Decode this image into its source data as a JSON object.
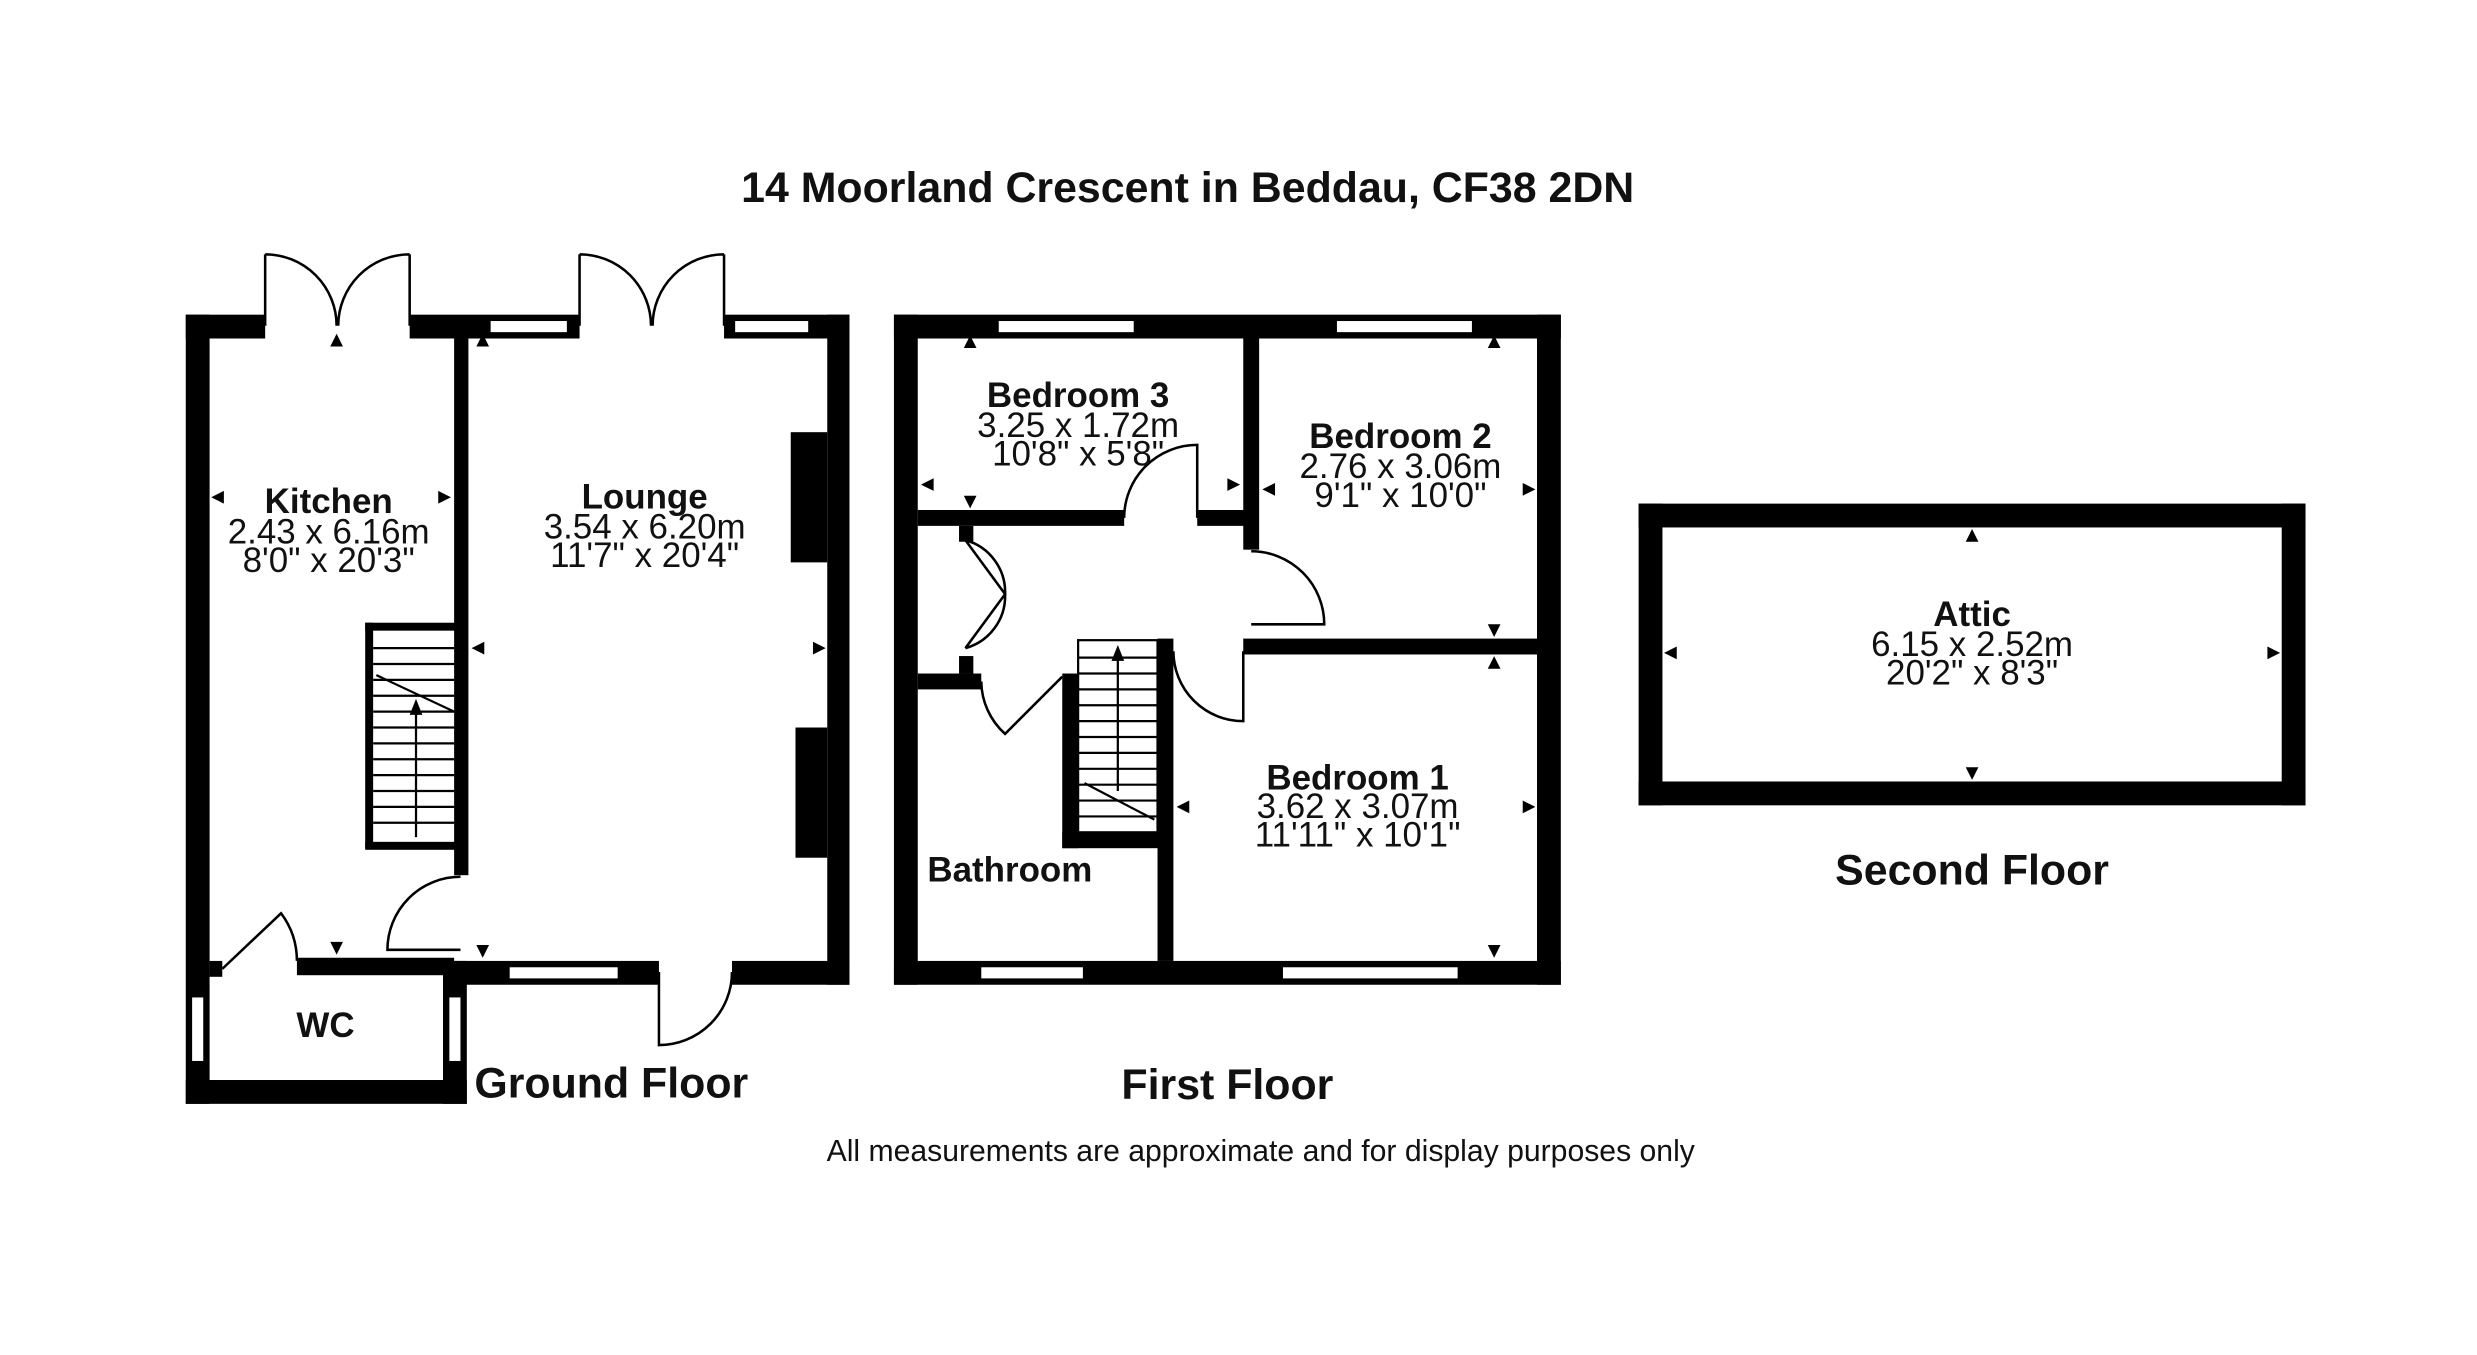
{
  "title": "14 Moorland Crescent in Beddau, CF38 2DN",
  "disclaimer": "All measurements are approximate and for display purposes only",
  "floors": {
    "ground": {
      "label": "Ground Floor",
      "rooms": {
        "kitchen": {
          "name": "Kitchen",
          "metric": "2.43 x 6.16m",
          "imperial": "8'0\" x 20'3\""
        },
        "lounge": {
          "name": "Lounge",
          "metric": "3.54 x 6.20m",
          "imperial": "11'7\" x 20'4\""
        },
        "wc": {
          "name": "WC"
        }
      }
    },
    "first": {
      "label": "First Floor",
      "rooms": {
        "bedroom3": {
          "name": "Bedroom 3",
          "metric": "3.25 x 1.72m",
          "imperial": "10'8\" x 5'8\""
        },
        "bedroom2": {
          "name": "Bedroom 2",
          "metric": "2.76 x 3.06m",
          "imperial": "9'1\" x 10'0\""
        },
        "bedroom1": {
          "name": "Bedroom 1",
          "metric": "3.62 x 3.07m",
          "imperial": "11'11\" x 10'1\""
        },
        "bathroom": {
          "name": "Bathroom"
        }
      }
    },
    "second": {
      "label": "Second Floor",
      "rooms": {
        "attic": {
          "name": "Attic",
          "metric": "6.15 x 2.52m",
          "imperial": "20'2\" x 8'3\""
        }
      }
    }
  }
}
